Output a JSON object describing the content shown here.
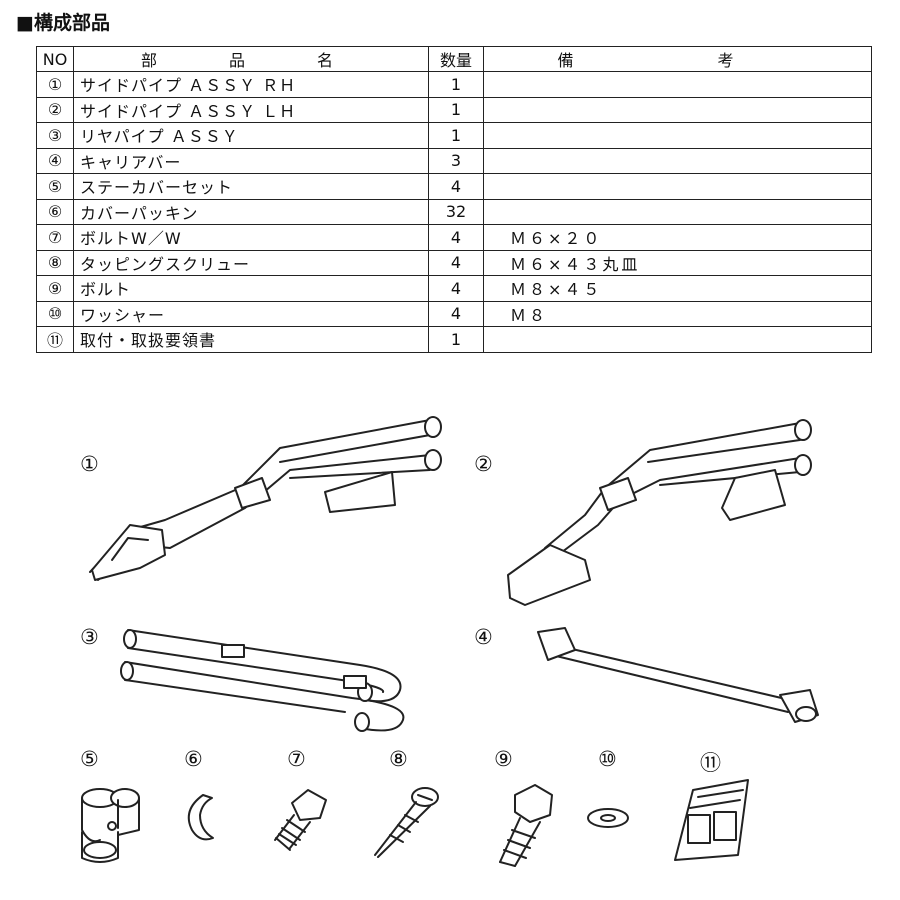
{
  "title": "■構成部品",
  "table": {
    "headers": {
      "no": "NO",
      "name": "部　品　名",
      "qty": "数量",
      "note": "備　考"
    },
    "rows": [
      {
        "no": "①",
        "name": "サイドパイプ ＡＳＳＹ ＲＨ",
        "qty": "1",
        "note": ""
      },
      {
        "no": "②",
        "name": "サイドパイプ ＡＳＳＹ ＬＨ",
        "qty": "1",
        "note": ""
      },
      {
        "no": "③",
        "name": "リヤパイプ ＡＳＳＹ",
        "qty": "1",
        "note": ""
      },
      {
        "no": "④",
        "name": "キャリアバー",
        "qty": "3",
        "note": ""
      },
      {
        "no": "⑤",
        "name": "ステーカバーセット",
        "qty": "4",
        "note": ""
      },
      {
        "no": "⑥",
        "name": "カバーパッキン",
        "qty": "32",
        "note": ""
      },
      {
        "no": "⑦",
        "name": "ボルトW／W",
        "qty": "4",
        "note": "Ｍ６×２０"
      },
      {
        "no": "⑧",
        "name": "タッピングスクリュー",
        "qty": "4",
        "note": "Ｍ６×４３丸皿"
      },
      {
        "no": "⑨",
        "name": "ボルト",
        "qty": "4",
        "note": "Ｍ８×４５"
      },
      {
        "no": "⑩",
        "name": "ワッシャー",
        "qty": "4",
        "note": "Ｍ８"
      },
      {
        "no": "⑪",
        "name": "取付・取扱要領書",
        "qty": "1",
        "note": ""
      }
    ]
  },
  "figures": {
    "labels": [
      "①",
      "②",
      "③",
      "④",
      "⑤",
      "⑥",
      "⑦",
      "⑧",
      "⑨",
      "⑩",
      "⑪"
    ]
  }
}
